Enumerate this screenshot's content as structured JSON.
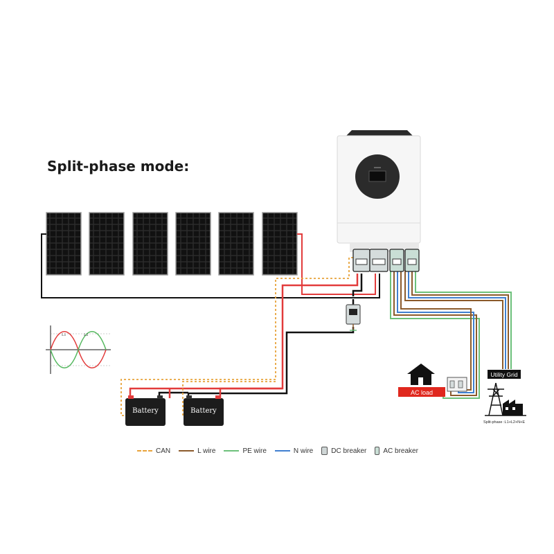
{
  "title": "Split-phase mode:",
  "devices": {
    "battery_1": "Battery",
    "battery_2": "Battery",
    "ac_load": "AC load",
    "utility_grid": "Utility Grid",
    "grid_caption": "Split-phase :L1+L2+N+E"
  },
  "waveform": {
    "l1_label": "L1",
    "l2_label": "L2"
  },
  "legend": [
    {
      "label": "CAN",
      "style": "dashed",
      "color": "#e8a33a"
    },
    {
      "label": "L wire",
      "style": "solid",
      "color": "#8b5a2b"
    },
    {
      "label": "PE wire",
      "style": "solid",
      "color": "#6cc07a"
    },
    {
      "label": "N wire",
      "style": "solid",
      "color": "#3f7fd0"
    },
    {
      "label": "DC breaker",
      "style": "icon",
      "icon": "dc-breaker-icon"
    },
    {
      "label": "AC breaker",
      "style": "icon",
      "icon": "ac-breaker-icon"
    }
  ],
  "colors": {
    "positive": "#e23b3b",
    "negative": "#111111",
    "can": "#e8a33a",
    "l_wire": "#8b5a2b",
    "pe_wire": "#6cc07a",
    "n_wire": "#3f7fd0",
    "ac_load_badge": "#e0281e"
  }
}
